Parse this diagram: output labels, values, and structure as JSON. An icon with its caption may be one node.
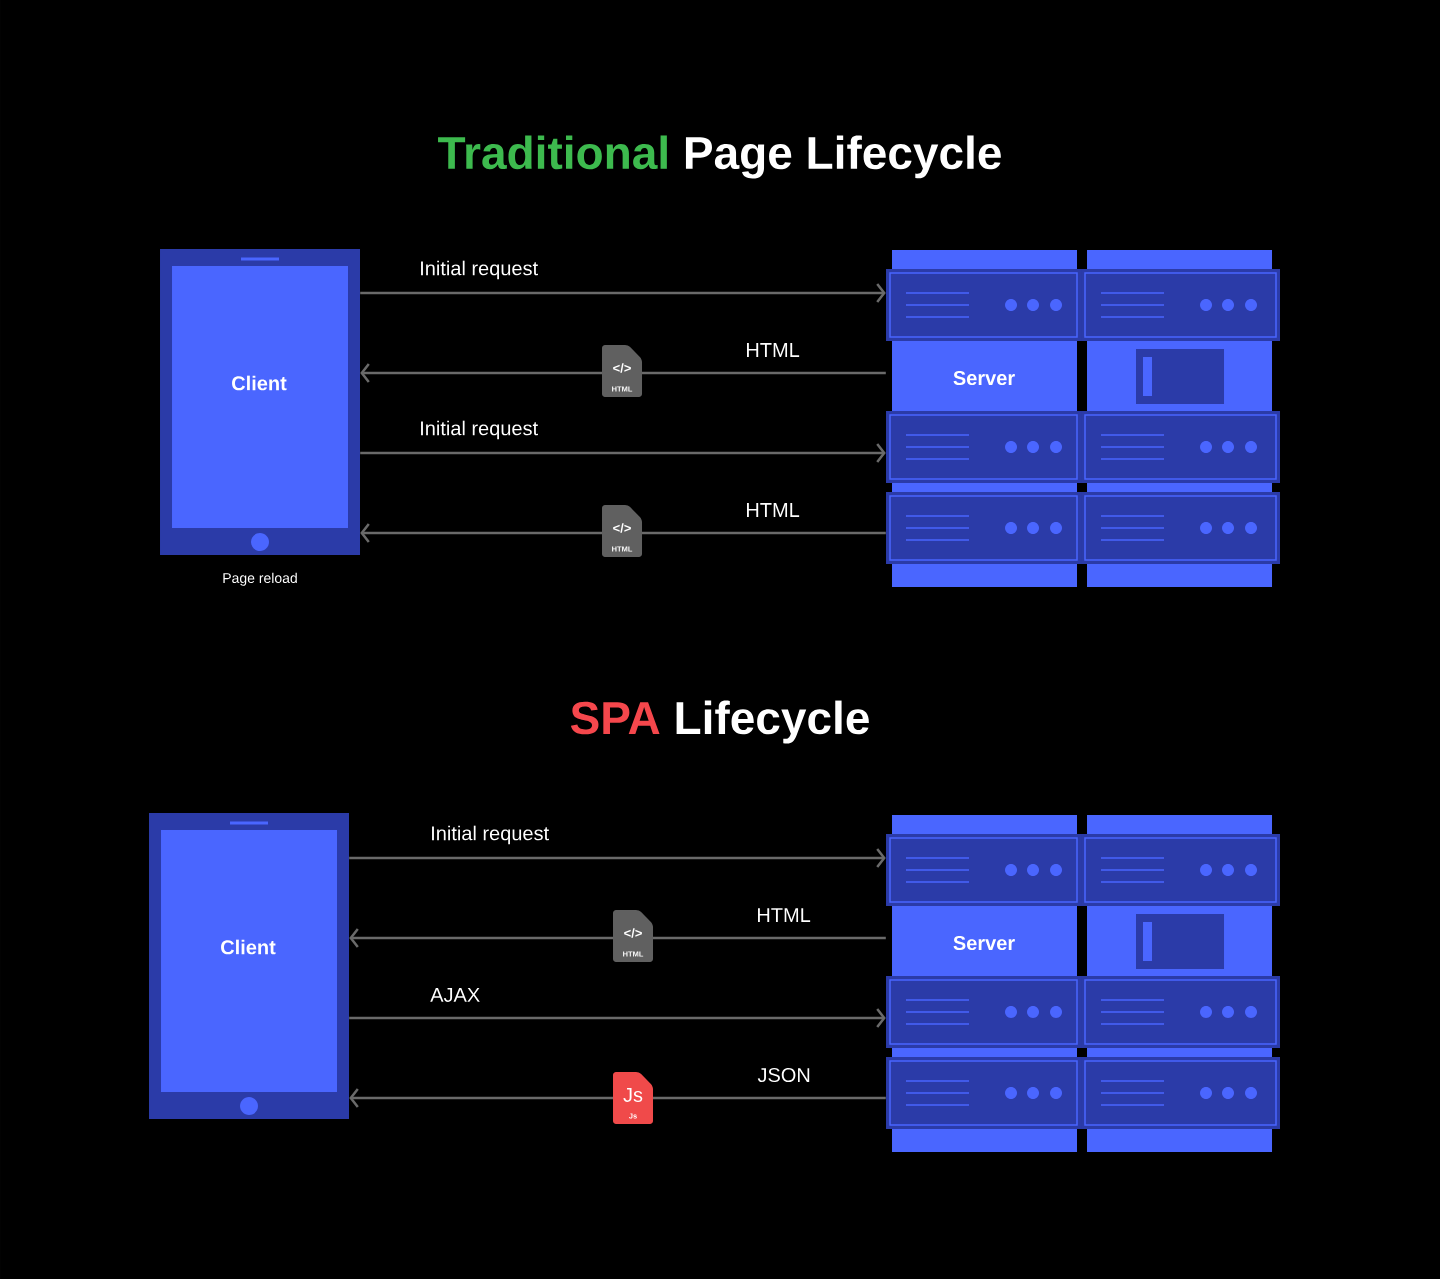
{
  "diagram": {
    "nodes": [
      {
        "text": [
          "Client"
        ],
        "beside": [
          "Page reload"
        ]
      },
      {
        "text": [
          "Server"
        ]
      },
      {
        "text": [
          "Client"
        ]
      },
      {
        "text": [
          "Server"
        ]
      }
    ],
    "edges": [
      {
        "from": 0,
        "to": 1,
        "arrow": "to",
        "label": "Initial request"
      },
      {
        "from": 1,
        "to": 0,
        "arrow": "to",
        "label": "HTML"
      },
      {
        "from": 0,
        "to": 1,
        "arrow": "to",
        "label": "Initial request"
      },
      {
        "from": 1,
        "to": 0,
        "arrow": "to",
        "label": "HTML"
      },
      {
        "from": 2,
        "to": 3,
        "arrow": "to",
        "label": "Initial request"
      },
      {
        "from": 3,
        "to": 2,
        "arrow": "to",
        "label": "HTML"
      },
      {
        "from": 2,
        "to": 3,
        "arrow": "to",
        "label": "AJAX"
      },
      {
        "from": 3,
        "to": 2,
        "arrow": "to",
        "label": "JSON"
      }
    ],
    "labels": [
      "Traditional",
      "Page Lifecycle",
      "</>",
      "HTML",
      "</>",
      "HTML",
      "SPA",
      "Lifecycle",
      "</>",
      "HTML",
      "Js",
      "Js"
    ]
  }
}
